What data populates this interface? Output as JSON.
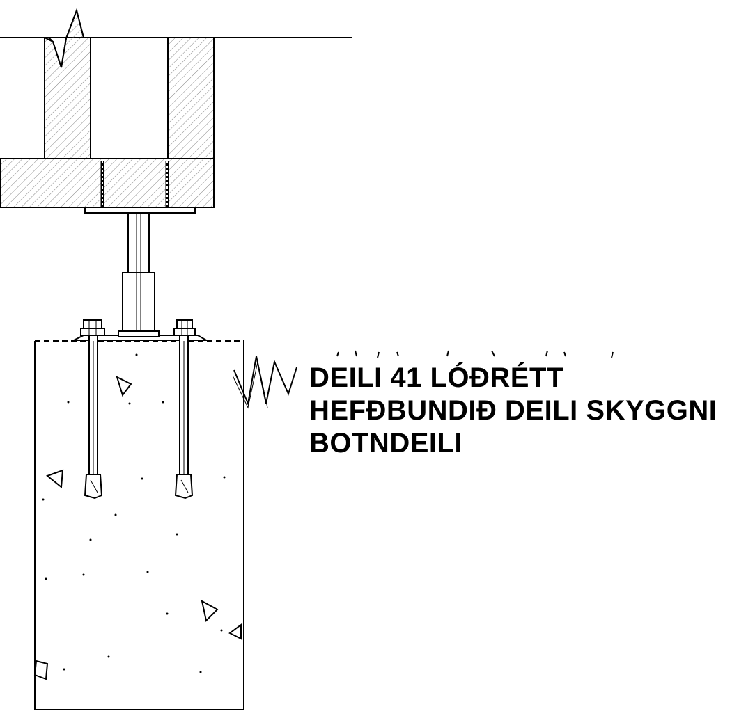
{
  "drawing": {
    "label": {
      "line1": "DEILI 41 LÓÐRÉTT",
      "line2": "HEFÐBUNDIÐ DEILI SKYGGNI",
      "line3": "BOTNDEILI"
    },
    "colors": {
      "line": "#000000",
      "background": "#ffffff",
      "hatch": "#555555"
    }
  }
}
